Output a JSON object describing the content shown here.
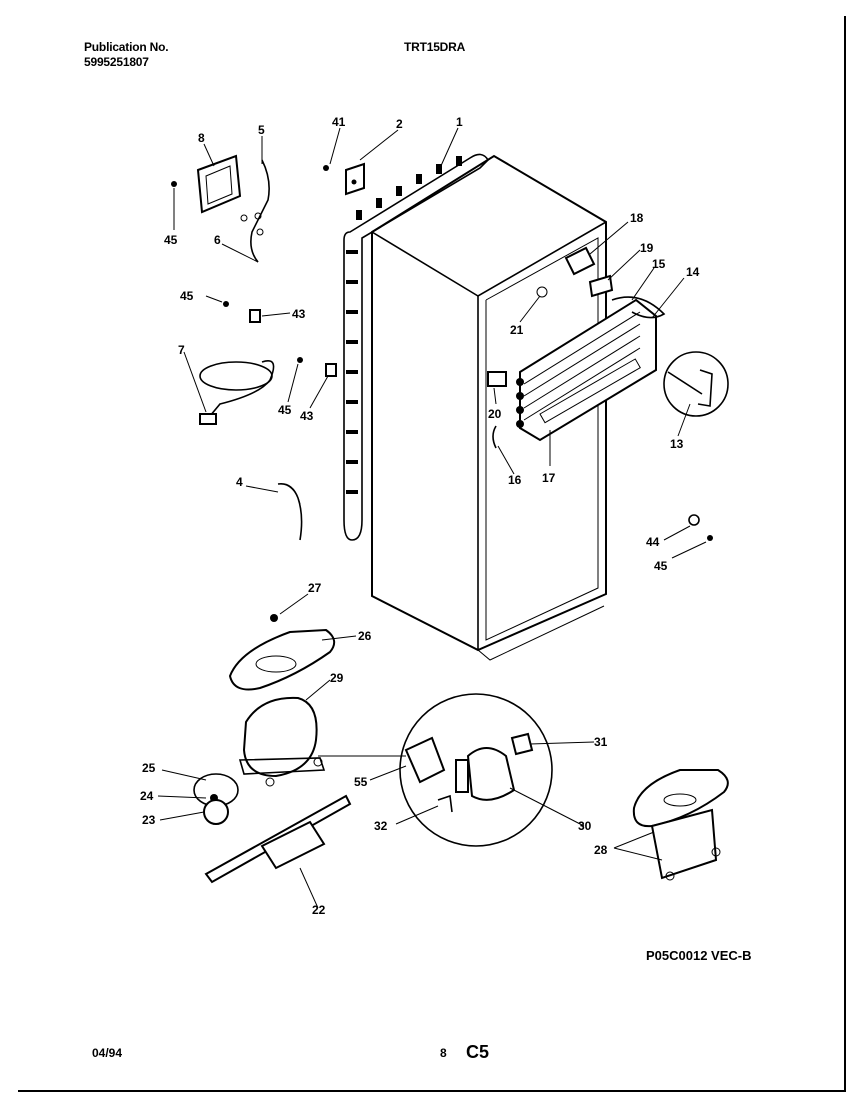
{
  "header": {
    "publication_label": "Publication No.",
    "publication_number": "5995251807",
    "model": "TRT15DRA"
  },
  "footer": {
    "date": "04/94",
    "page": "8",
    "section": "C5",
    "figure_code": "P05C0012 VEC-B"
  },
  "callouts": [
    "1",
    "2",
    "41",
    "8",
    "5",
    "45",
    "6",
    "45",
    "43",
    "7",
    "45",
    "43",
    "18",
    "19",
    "15",
    "14",
    "21",
    "20",
    "16",
    "17",
    "13",
    "4",
    "44",
    "45",
    "27",
    "26",
    "29",
    "25",
    "24",
    "23",
    "55",
    "31",
    "32",
    "30",
    "28",
    "22"
  ]
}
